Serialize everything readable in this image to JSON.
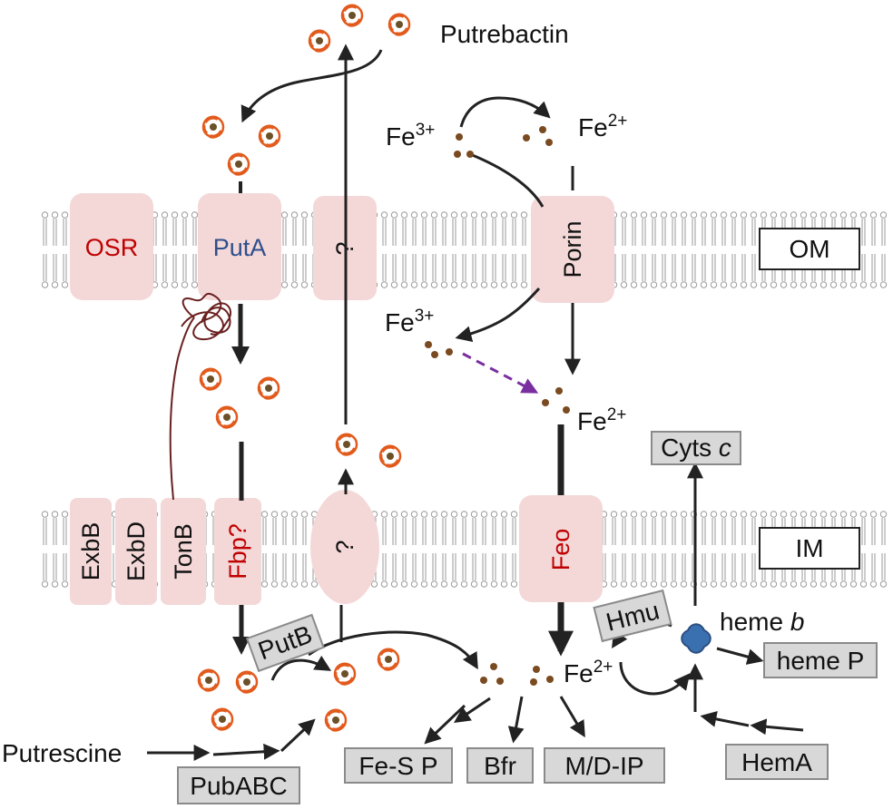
{
  "colors": {
    "protein_fill": "#f4d8d8",
    "box_fill": "#d8d8d8",
    "box_stroke": "#8a8a8a",
    "red_text": "#c00000",
    "blue_text": "#2e4f8c",
    "green_text": "#1fa84a",
    "iron_dot": "#7a4a20",
    "siderophore_orange": "#e25a1c",
    "siderophore_core": "#6b5028",
    "tonb_line": "#6b2020",
    "dashed_arrow": "#7a2ea0",
    "heme_blue": "#3a6fb0",
    "arrow": "#222222"
  },
  "membranes": {
    "outer": "OM",
    "inner": "IM"
  },
  "labels": {
    "putrebactin": "Putrebactin",
    "putrescine": "Putrescine",
    "fe3_top": "Fe",
    "fe3_top_sup": "3+",
    "fe2_top": "Fe",
    "fe2_top_sup": "2+",
    "fe3_mid": "Fe",
    "fe3_mid_sup": "3+",
    "fe2_mid": "Fe",
    "fe2_mid_sup": "2+",
    "fe2_bottom": "Fe",
    "fe2_bottom_sup": "2+",
    "heme_b": "heme ",
    "heme_b_italic": "b"
  },
  "outer_proteins": {
    "osr": "OSR",
    "puta": "PutA",
    "unknown": "?",
    "porin": "Porin"
  },
  "inner_proteins": {
    "exbb": "ExbB",
    "exbd": "ExbD",
    "tonb": "TonB",
    "fbp": "Fbp?",
    "unknown": "?",
    "feo": "Feo"
  },
  "boxes": {
    "cyts": "Cyts ",
    "cyts_italic": "c",
    "hmu": "Hmu",
    "heme_p": "heme P",
    "putb": "PutB",
    "hema": "HemA",
    "pubabc": "PubABC",
    "fes": "Fe-S P",
    "bfr": "Bfr",
    "mdip": "M/D-IP"
  },
  "icons": {
    "siderophore": "siderophore-icon",
    "iron": "iron-ion-icon",
    "heme": "heme-icon"
  }
}
